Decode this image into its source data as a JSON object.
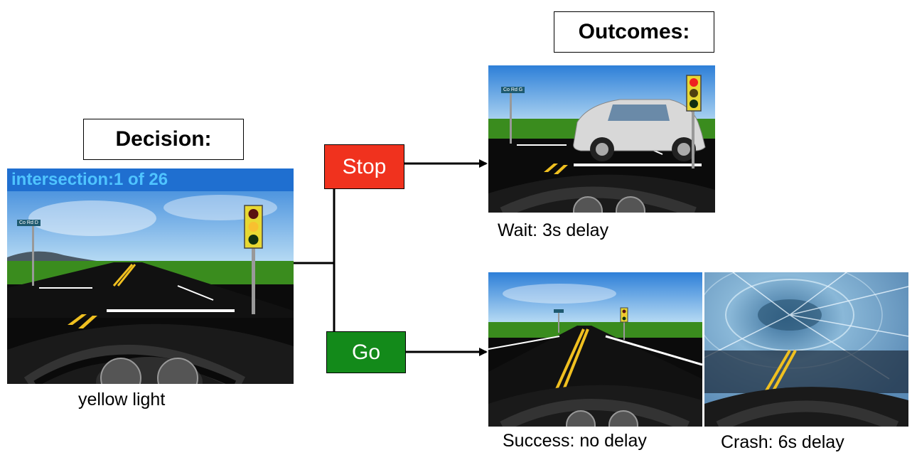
{
  "decision": {
    "title": "Decision:",
    "banner": "intersection:1 of 26",
    "street_sign": "Co Rd D",
    "caption": "yellow light",
    "light_state": "yellow"
  },
  "choices": {
    "stop": {
      "label": "Stop",
      "color": "#f0321e"
    },
    "go": {
      "label": "Go",
      "color": "#138a1a"
    }
  },
  "outcomes": {
    "title": "Outcomes:",
    "wait": {
      "caption": "Wait: 3s delay",
      "street_sign": "Co Rd G",
      "light_state": "red"
    },
    "success": {
      "caption": "Success: no delay",
      "light_state": "yellow"
    },
    "crash": {
      "caption": "Crash: 6s delay"
    }
  }
}
